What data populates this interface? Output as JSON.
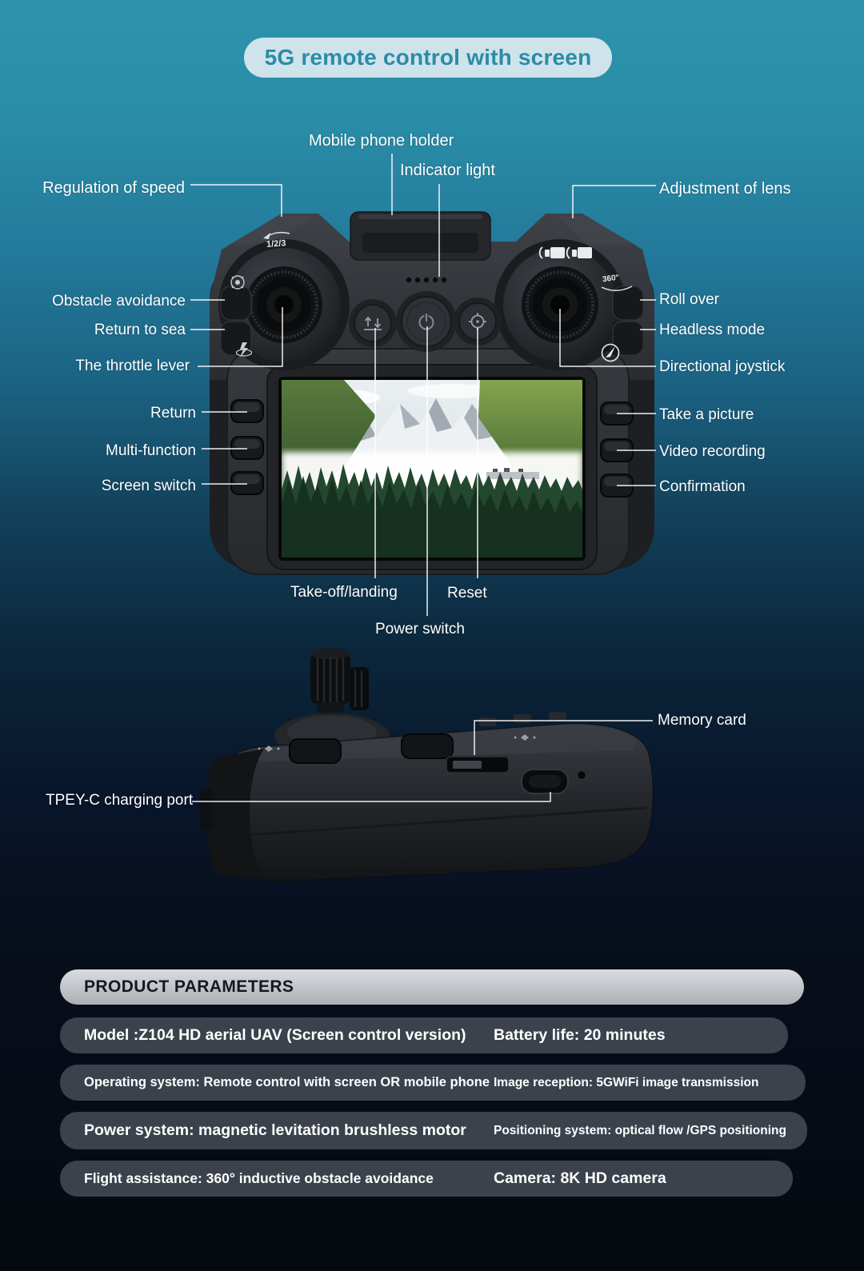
{
  "title": "5G remote control with screen",
  "front_view": {
    "labels": {
      "mobile_phone_holder": "Mobile phone holder",
      "indicator_light": "Indicator light",
      "regulation_of_speed": "Regulation of speed",
      "adjustment_of_lens": "Adjustment of lens",
      "obstacle_avoidance": "Obstacle avoidance",
      "roll_over": "Roll over",
      "return_to_sea": "Return to sea",
      "headless_mode": "Headless mode",
      "throttle_lever": "The throttle lever",
      "directional_joystick": "Directional joystick",
      "return": "Return",
      "take_a_picture": "Take a picture",
      "multi_function": "Multi-function",
      "video_recording": "Video recording",
      "screen_switch": "Screen switch",
      "confirmation": "Confirmation",
      "takeoff_landing": "Take-off/landing",
      "reset": "Reset",
      "power_switch": "Power switch"
    },
    "markings": {
      "speed_modes": "1/2/3",
      "rotate_360": "360°"
    }
  },
  "side_view": {
    "labels": {
      "memory_card": "Memory card",
      "charging_port": "TPEY-C charging port"
    }
  },
  "parameters": {
    "heading": "PRODUCT PARAMETERS",
    "rows": [
      {
        "left": "Model :Z104 HD aerial UAV (Screen control version)",
        "right": "Battery life: 20 minutes"
      },
      {
        "left": "Operating system: Remote control with screen OR mobile phone",
        "right": "Image reception: 5GWiFi image transmission"
      },
      {
        "left": "Power system: magnetic levitation brushless motor",
        "right": "Positioning system: optical flow /GPS positioning"
      },
      {
        "left": "Flight assistance: 360° inductive obstacle avoidance",
        "right": "Camera: 8K HD camera"
      }
    ]
  },
  "icons": {
    "obstacle_avoidance": "radar-icon",
    "return_home": "home-bolt-icon",
    "lens_tilt_left": "video-camera-icon",
    "lens_tilt_right": "video-camera-icon",
    "rotate": "swirl-arrow-icon",
    "compass": "compass-icon",
    "takeoff_landing": "up-down-arrows-icon",
    "power": "power-icon",
    "reset": "crosshair-icon",
    "indicator": "five-dots-icon"
  },
  "colors": {
    "background_top": "#2e93ad",
    "background_bottom": "#05090f",
    "title_pill_bg": "#cfe3ea",
    "title_text": "#2b8ca7",
    "label_text": "#ffffff",
    "param_header_bg": "#c0c4c9",
    "param_header_text": "#15181d",
    "param_row_bg": "#3b424c",
    "param_row_text": "#ffffff"
  }
}
